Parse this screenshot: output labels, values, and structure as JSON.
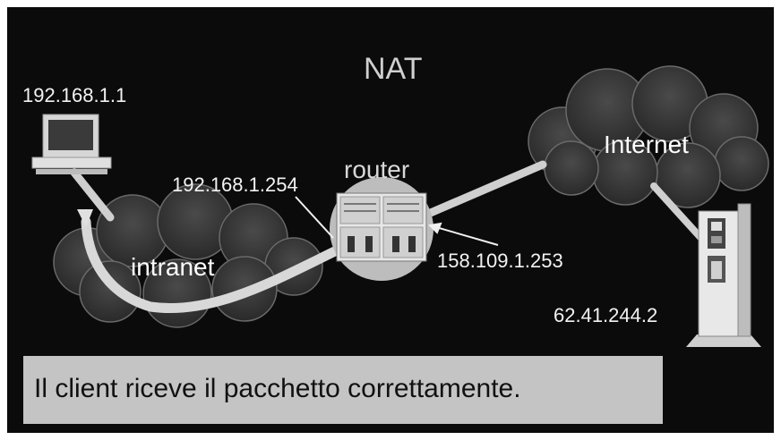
{
  "slide": {
    "title": "NAT",
    "colors": {
      "background": "#0b0b0b",
      "message_box": "#c4c4c4",
      "cloud": "#3a3a3a",
      "path": "#cfcfcf"
    }
  },
  "nodes": {
    "client": {
      "ip": "192.168.1.1",
      "icon": "desktop-computer-icon"
    },
    "router": {
      "label": "router",
      "ip_inside": "192.168.1.254",
      "ip_outside": "158.109.1.253",
      "icon": "router-rack-icon"
    },
    "server": {
      "ip": "62.41.244.2",
      "icon": "server-tower-icon"
    }
  },
  "clouds": {
    "internet": "Internet",
    "intranet": "intranet"
  },
  "message": "Il client riceve il pacchetto correttamente."
}
